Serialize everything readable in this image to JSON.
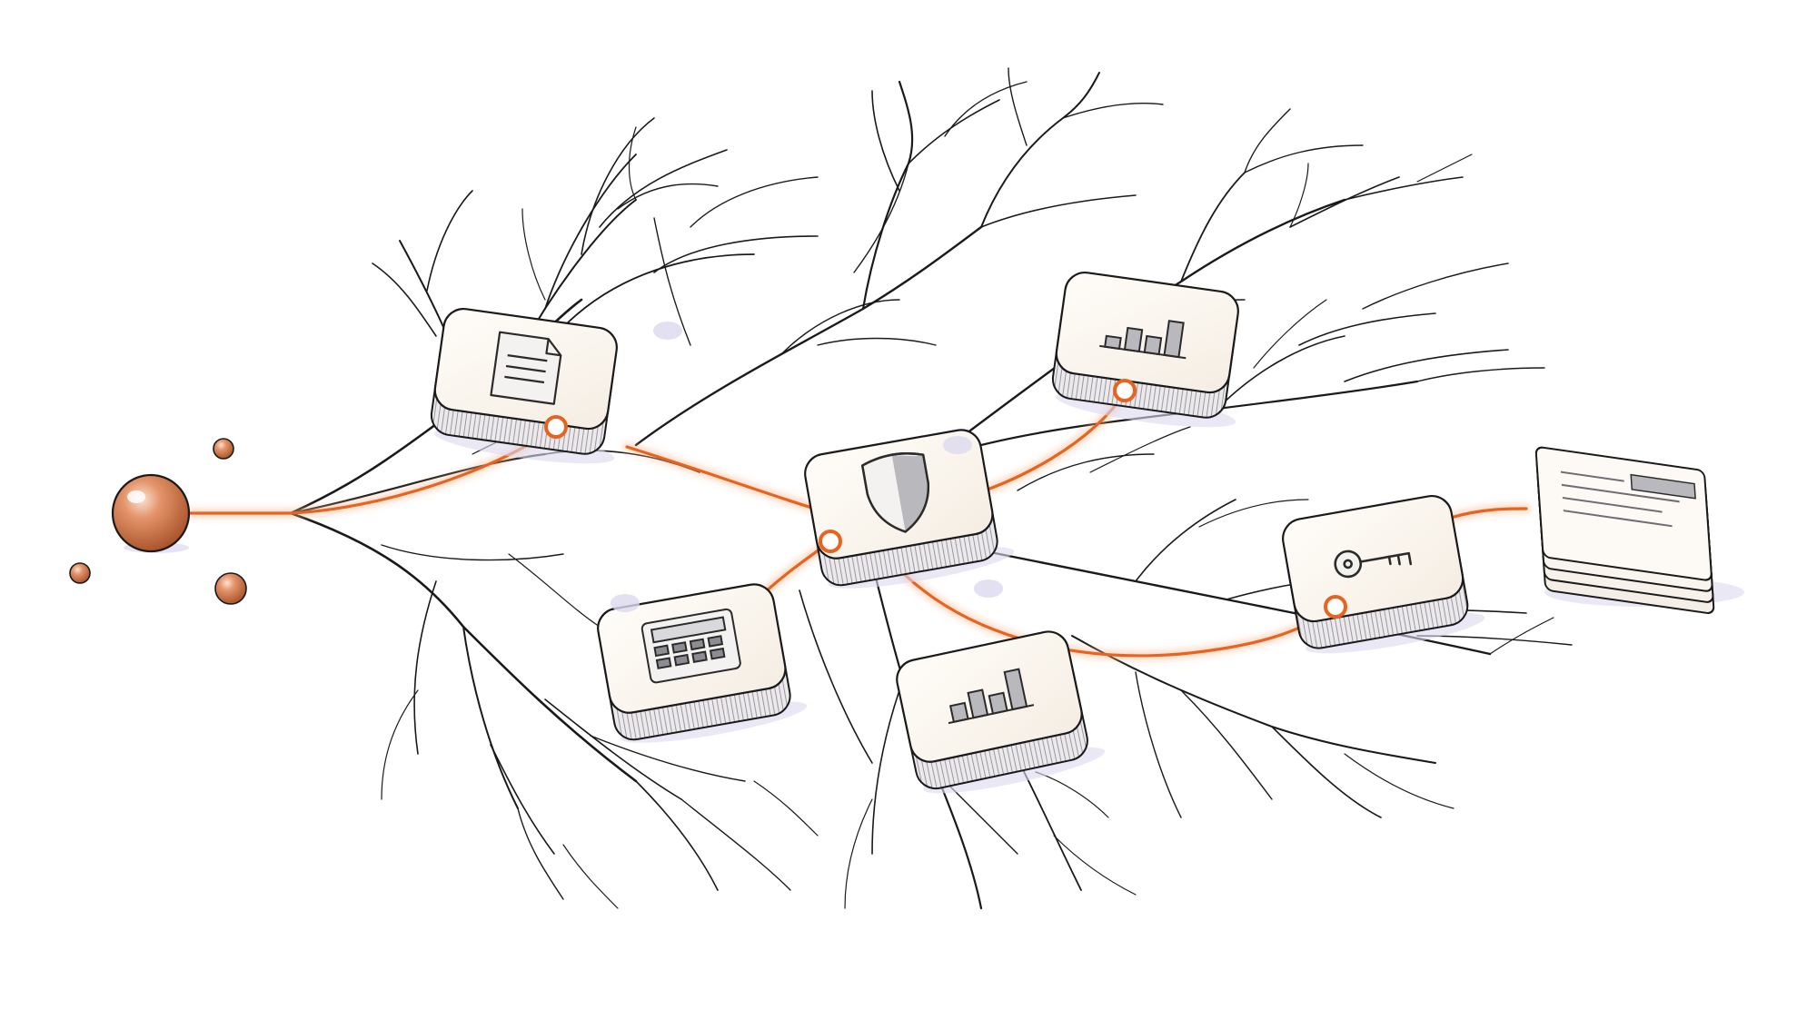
{
  "diagram": {
    "source": {
      "icon": "copper-sphere-icon"
    },
    "nodes": [
      {
        "id": "document",
        "icon": "document-icon"
      },
      {
        "id": "shield",
        "icon": "shield-icon"
      },
      {
        "id": "bar-chart-top",
        "icon": "bar-chart-icon"
      },
      {
        "id": "calculator",
        "icon": "calculator-icon"
      },
      {
        "id": "bar-chart-bottom",
        "icon": "bar-chart-icon"
      },
      {
        "id": "key",
        "icon": "key-icon"
      }
    ],
    "output": {
      "icon": "document-stack-icon"
    },
    "colors": {
      "path": "#e8641e",
      "path_glow": "#f6b48a",
      "branch": "#1a1a1a",
      "tile_face": "#fbf6ef",
      "tile_side": "#e6e2e4",
      "shadow": "#dcd9ee",
      "sphere": "#d9794a"
    }
  }
}
